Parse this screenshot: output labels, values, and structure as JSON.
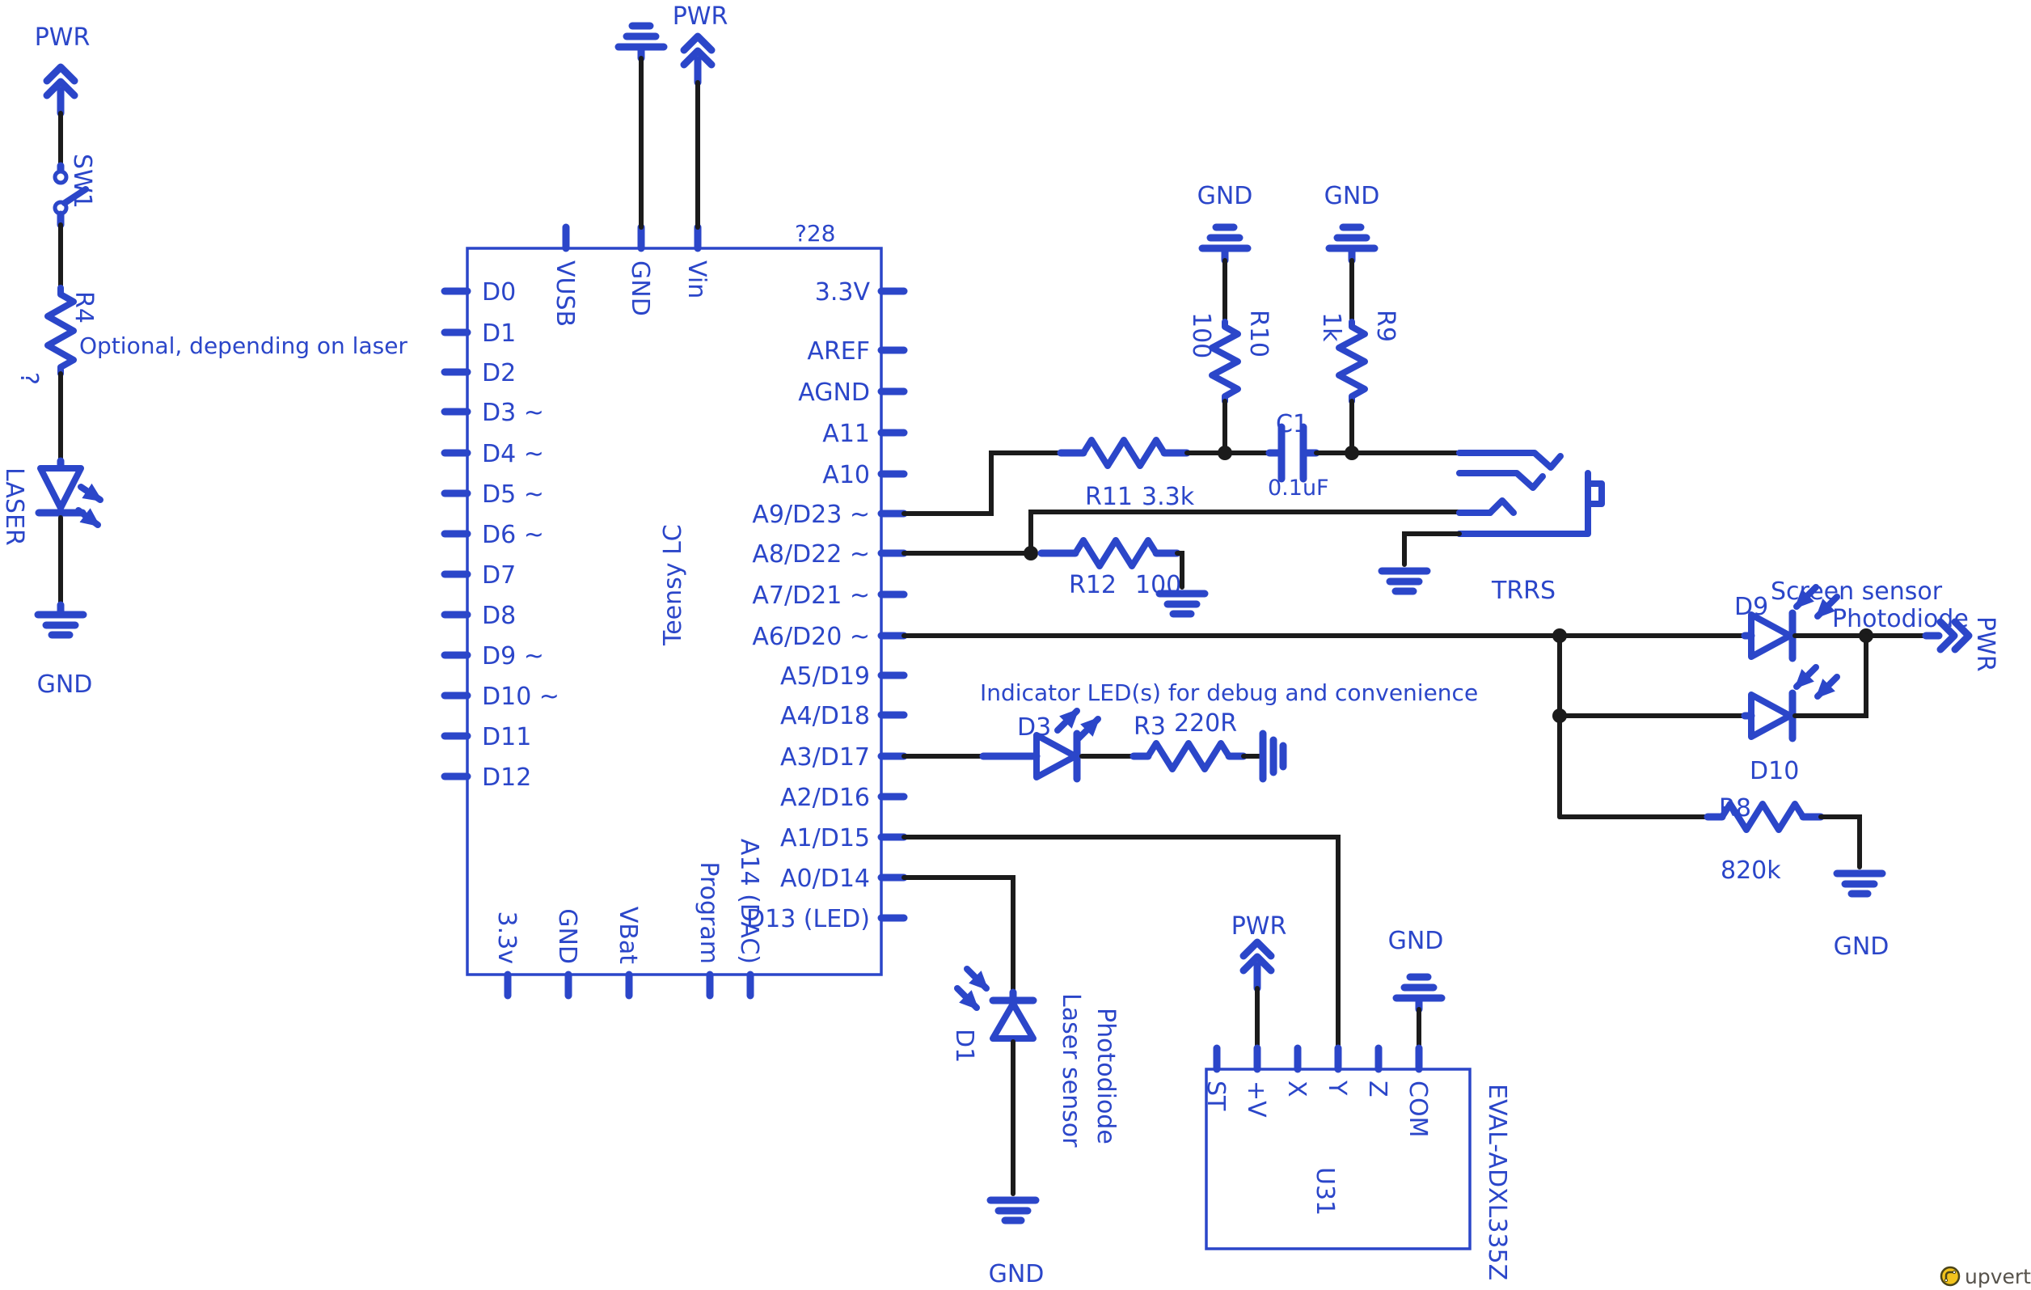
{
  "palette": {
    "schematic_blue": "#2b46c9",
    "wire_black": "#1b1b1b",
    "background": "#ffffff",
    "logo_yellow": "#f2c31d",
    "logo_text_gray": "#56524b"
  },
  "left_chain": {
    "pwr": "PWR",
    "sw": "SW1",
    "r4": "R4",
    "r4_value": "?",
    "note": "Optional, depending on laser",
    "laser": "LASER",
    "gnd": "GND"
  },
  "teensy": {
    "designator": "?28",
    "name": "Teensy LC",
    "top_pwr": "PWR",
    "top_pins": [
      "VUSB",
      "GND",
      "Vin"
    ],
    "left_pins": [
      "D0",
      "D1",
      "D2",
      "D3 ~",
      "D4 ~",
      "D5 ~",
      "D6 ~",
      "D7",
      "D8",
      "D9 ~",
      "D10 ~",
      "D11",
      "D12"
    ],
    "right_pins": [
      "3.3V",
      "AREF",
      "AGND",
      "A11",
      "A10",
      "A9/D23 ~",
      "A8/D22 ~",
      "A7/D21 ~",
      "A6/D20 ~",
      "A5/D19",
      "A4/D18",
      "A3/D17",
      "A2/D16",
      "A1/D15",
      "A0/D14",
      "D13 (LED)"
    ],
    "bottom_pins": [
      "3.3v",
      "GND",
      "VBat",
      "Program",
      "A14 (DAC)"
    ]
  },
  "rc": {
    "gnd_r10": "GND",
    "gnd_r9": "GND",
    "r10": "R10",
    "r10_value": "100",
    "r9": "R9",
    "r9_value": "1k",
    "r11": "R11",
    "r11_value": "3.3k",
    "r12": "R12",
    "r12_value": "100",
    "c1": "C1",
    "c1_value": "0.1uF",
    "trrs": "TRRS"
  },
  "indicator": {
    "note": "Indicator LED(s) for debug and convenience",
    "d3": "D3",
    "r3": "R3",
    "r3_value": "220R"
  },
  "screen": {
    "d9": "D9",
    "title": "Screen sensor",
    "subtitle": "Photodiode",
    "pwr": "PWR",
    "d10": "D10",
    "r8": "R8",
    "r8_value": "820k",
    "gnd": "GND"
  },
  "laser_sensor": {
    "d1": "D1",
    "line1": "Laser sensor",
    "line2": "Photodiode",
    "gnd": "GND"
  },
  "accel": {
    "pwr": "PWR",
    "gnd": "GND",
    "pins": [
      "ST",
      "+V",
      "X",
      "Y",
      "Z",
      "COM"
    ],
    "designator": "U31",
    "part": "EVAL-ADXL335Z"
  },
  "brand": "upverter"
}
